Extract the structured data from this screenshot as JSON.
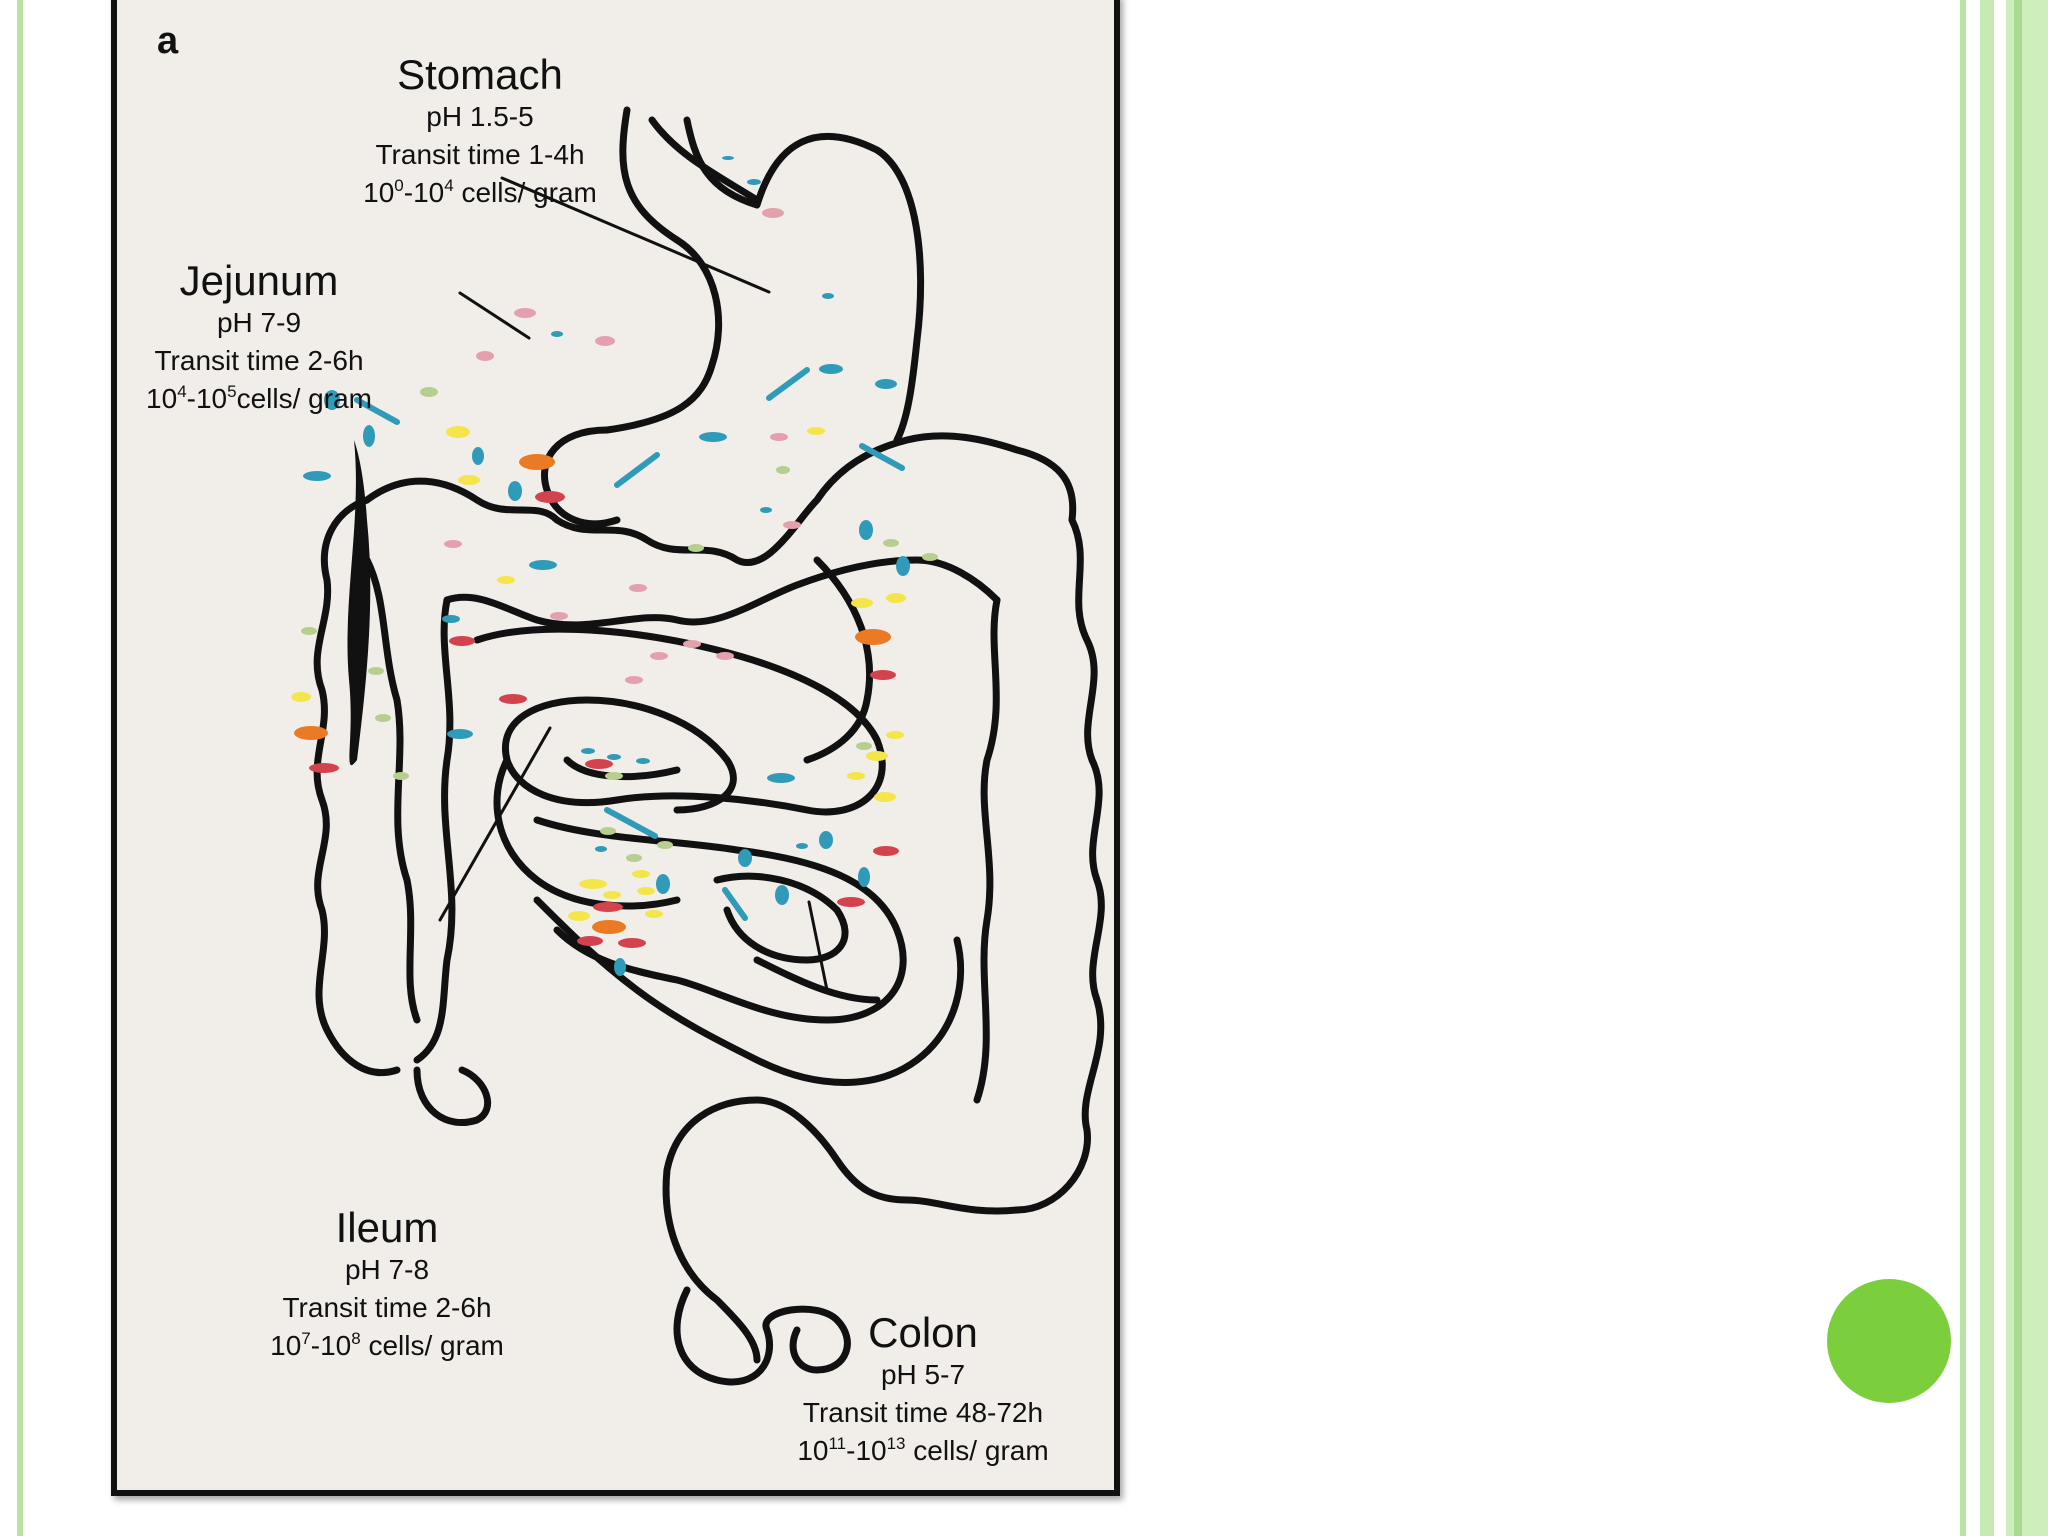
{
  "colors": {
    "slide_border": "#b9e3a4",
    "accent_dot": "#7ccf3c",
    "figure_background": "#f1eeea",
    "outline": "#111111",
    "bacteria_teal": "#2f9bb8",
    "bacteria_pink": "#e3a1ad",
    "bacteria_green": "#b6cf8e",
    "bacteria_yellow": "#f3e54a",
    "bacteria_orange": "#ea7a24",
    "bacteria_red": "#d3434e"
  },
  "figure": {
    "panel_letter": "a",
    "regions": {
      "stomach": {
        "name": "Stomach",
        "ph": "pH 1.5-5",
        "transit": "Transit time 1-4h",
        "density": {
          "a": "10",
          "a_exp": "0",
          "b": "-10",
          "b_exp": "4",
          "unit": " cells/ gram"
        }
      },
      "jejunum": {
        "name": "Jejunum",
        "ph": "pH 7-9",
        "transit": "Transit time 2-6h",
        "density": {
          "a": "10",
          "a_exp": "4",
          "b": "-10",
          "b_exp": "5",
          "unit": "cells/ gram"
        }
      },
      "ileum": {
        "name": "Ileum",
        "ph": "pH 7-8",
        "transit": "Transit time 2-6h",
        "density": {
          "a": "10",
          "a_exp": "7",
          "b": "-10",
          "b_exp": "8",
          "unit": " cells/ gram"
        }
      },
      "colon": {
        "name": "Colon",
        "ph": "pH 5-7",
        "transit": "Transit time 48-72h",
        "density": {
          "a": "10",
          "a_exp": "11",
          "b": "-10",
          "b_exp": "13",
          "unit": " cells/ gram"
        }
      }
    }
  }
}
